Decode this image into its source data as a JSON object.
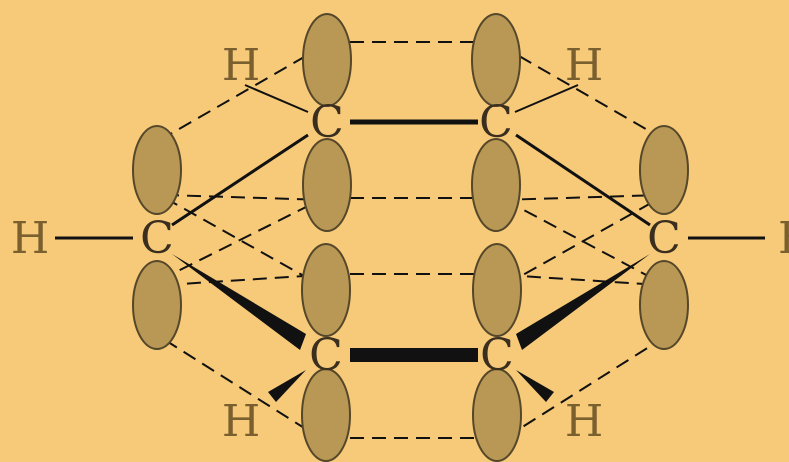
{
  "colors": {
    "background": "#f7ca79",
    "orbital_fill": "#b99855",
    "orbital_stroke": "#55472a",
    "bond": "#111111",
    "label_carbon": "#3a2f1f",
    "label_hydrogen": "#7a5f2f"
  },
  "atoms": {
    "c_top_left": "C",
    "c_top_right": "C",
    "c_left": "C",
    "c_right": "C",
    "c_bottom_left": "C",
    "c_bottom_right": "C",
    "h_top_left": "H",
    "h_top_right": "H",
    "h_left": "H",
    "h_right": "H",
    "h_bottom_left": "H",
    "h_bottom_right": "H"
  }
}
